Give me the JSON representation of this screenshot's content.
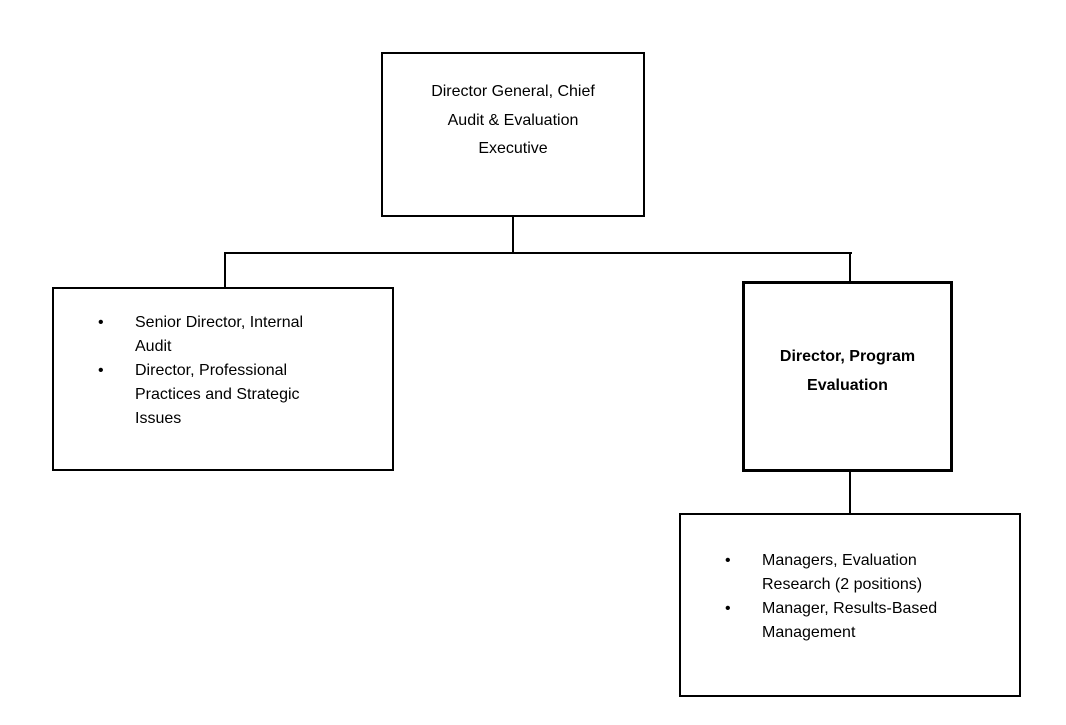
{
  "org_chart": {
    "colors": {
      "background": "#ffffff",
      "border": "#000000",
      "text": "#000000"
    },
    "bullet_glyph": "•",
    "nodes": {
      "director_general": {
        "lines": [
          "Director General, Chief",
          "Audit & Evaluation",
          "Executive"
        ]
      },
      "audit_directors_group": {
        "bullets": [
          "Senior Director, Internal Audit",
          "Director, Professional Practices and Strategic Issues"
        ]
      },
      "program_evaluation_director": {
        "lines": [
          "Director, Program",
          "Evaluation"
        ]
      },
      "evaluation_managers_group": {
        "bullets": [
          "Managers, Evaluation Research (2 positions)",
          "Manager, Results-Based Management"
        ]
      }
    }
  }
}
